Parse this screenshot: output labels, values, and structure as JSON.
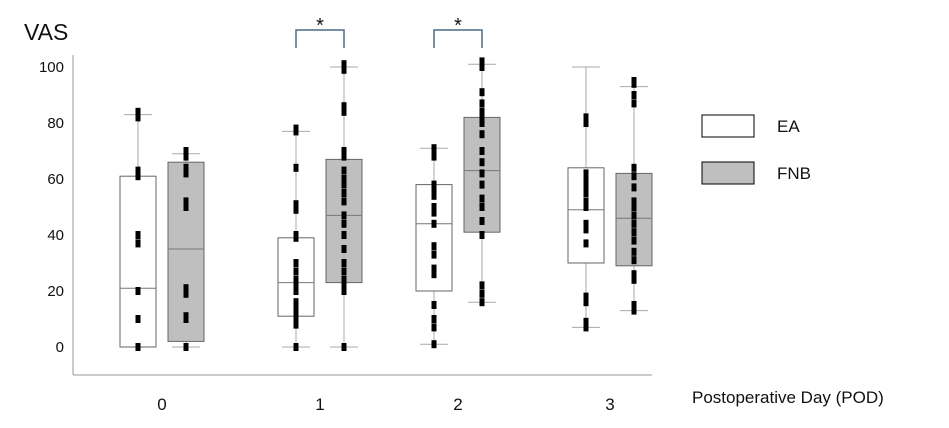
{
  "chart_data": {
    "type": "box",
    "ylabel": "VAS",
    "xlabel": "Postoperative Day (POD)",
    "ylim": [
      -10,
      105
    ],
    "yticks": [
      0,
      20,
      40,
      60,
      80,
      100
    ],
    "categories": [
      "0",
      "1",
      "2",
      "3"
    ],
    "grid": false,
    "legend_position": "right",
    "series": [
      {
        "name": "EA",
        "color": "#ffffff",
        "boxes": [
          {
            "min": 0,
            "q1": 0,
            "median": 21,
            "q3": 61,
            "max": 83,
            "points": [
              0,
              10,
              20,
              37,
              40,
              61,
              63,
              82,
              84
            ]
          },
          {
            "min": 0,
            "q1": 11,
            "median": 23,
            "q3": 39,
            "max": 77,
            "points": [
              0,
              8,
              10,
              12,
              14,
              16,
              20,
              22,
              24,
              27,
              30,
              39,
              40,
              49,
              51,
              64,
              77,
              78
            ]
          },
          {
            "min": 1,
            "q1": 20,
            "median": 44,
            "q3": 58,
            "max": 71,
            "points": [
              1,
              7,
              10,
              15,
              26,
              28,
              33,
              36,
              44,
              48,
              50,
              54,
              56,
              58,
              68,
              70,
              71
            ]
          },
          {
            "min": 7,
            "q1": 30,
            "median": 49,
            "q3": 64,
            "max": 100,
            "points": [
              7,
              9,
              16,
              18,
              37,
              42,
              44,
              50,
              52,
              55,
              57,
              59,
              60,
              62,
              80,
              82
            ]
          }
        ]
      },
      {
        "name": "FNB",
        "color": "#bfbfbf",
        "boxes": [
          {
            "min": 0,
            "q1": 2,
            "median": 35,
            "q3": 66,
            "max": 69,
            "points": [
              0,
              10,
              11,
              19,
              21,
              50,
              52,
              62,
              64,
              68,
              70
            ]
          },
          {
            "min": 0,
            "q1": 23,
            "median": 47,
            "q3": 67,
            "max": 100,
            "points": [
              0,
              20,
              22,
              24,
              27,
              30,
              35,
              40,
              44,
              47,
              52,
              55,
              58,
              60,
              63,
              68,
              70,
              84,
              86,
              99,
              101
            ]
          },
          {
            "min": 16,
            "q1": 41,
            "median": 63,
            "q3": 82,
            "max": 101,
            "points": [
              16,
              19,
              22,
              40,
              45,
              50,
              53,
              58,
              62,
              66,
              70,
              76,
              80,
              82,
              84,
              87,
              91,
              100,
              102
            ]
          },
          {
            "min": 13,
            "q1": 29,
            "median": 46,
            "q3": 62,
            "max": 93,
            "points": [
              13,
              15,
              24,
              26,
              31,
              34,
              38,
              41,
              44,
              47,
              50,
              52,
              57,
              61,
              64,
              87,
              90,
              94,
              95
            ]
          }
        ]
      }
    ],
    "significance": [
      {
        "category": "1",
        "label": "*"
      },
      {
        "category": "2",
        "label": "*"
      }
    ]
  }
}
